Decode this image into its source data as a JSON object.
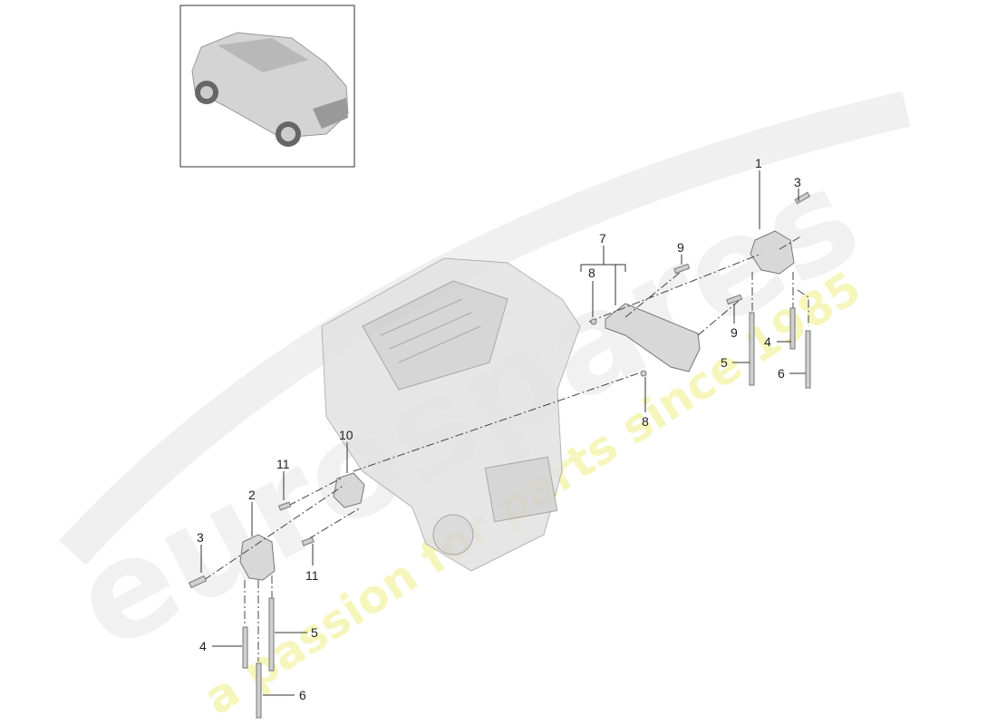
{
  "watermark": {
    "logo_text": "eurospares",
    "tagline": "a passion for parts since 1985",
    "logo_color": "#e8e8e8",
    "tagline_color": "#f3f3a8"
  },
  "thumbnail": {
    "icon": "car-suv-icon"
  },
  "callouts": {
    "c1": "1",
    "c2": "2",
    "c3a": "3",
    "c3b": "3",
    "c4a": "4",
    "c4b": "4",
    "c5a": "5",
    "c5b": "5",
    "c6a": "6",
    "c6b": "6",
    "c7": "7",
    "c8a": "8",
    "c8b": "8",
    "c9a": "9",
    "c9b": "9",
    "c10": "10",
    "c11a": "11",
    "c11b": "11"
  }
}
